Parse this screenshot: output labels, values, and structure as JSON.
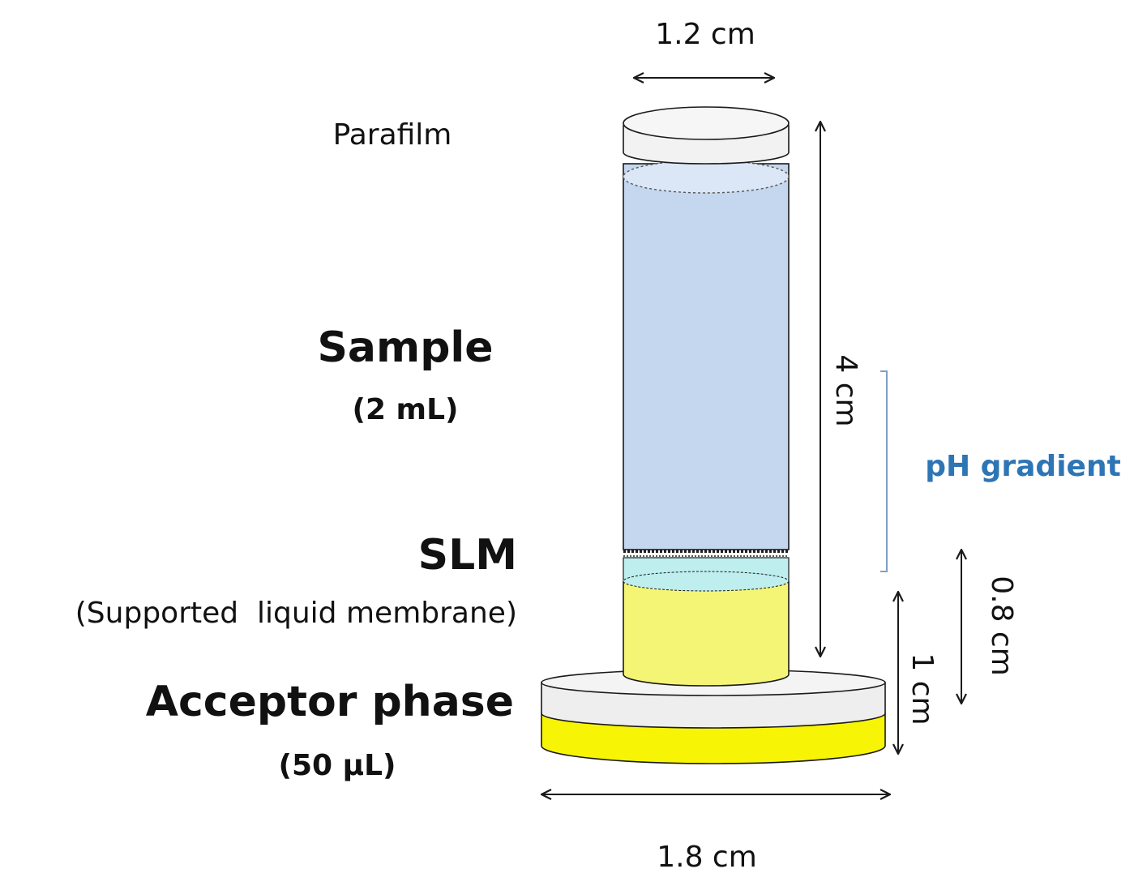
{
  "colors": {
    "sample": "#c5d7ee",
    "sample_top": "#dbe7f6",
    "parafilm": "#f2f2f2",
    "slm": "#bfeeee",
    "acceptor_tube": "#f4f575",
    "acceptor_base": "#f7f406",
    "base_top": "#eeeeee",
    "outline": "#1a1a1a",
    "ph_gradient": "#2e75b6",
    "bracket": "#7f9ec7"
  },
  "labels": {
    "parafilm": "Parafilm",
    "sample": "Sample",
    "sample_volume": "(2 mL)",
    "slm": "SLM",
    "slm_full": "(Supported  liquid membrane)",
    "acceptor": "Acceptor phase",
    "acceptor_volume": "(50 µL)",
    "ph_gradient": "pH gradient"
  },
  "dimensions": {
    "tube_width": "1.2 cm",
    "tube_height": "4 cm",
    "acceptor_height_outer": "0.8 cm",
    "acceptor_height_inner": "1 cm",
    "base_width": "1.8 cm"
  }
}
